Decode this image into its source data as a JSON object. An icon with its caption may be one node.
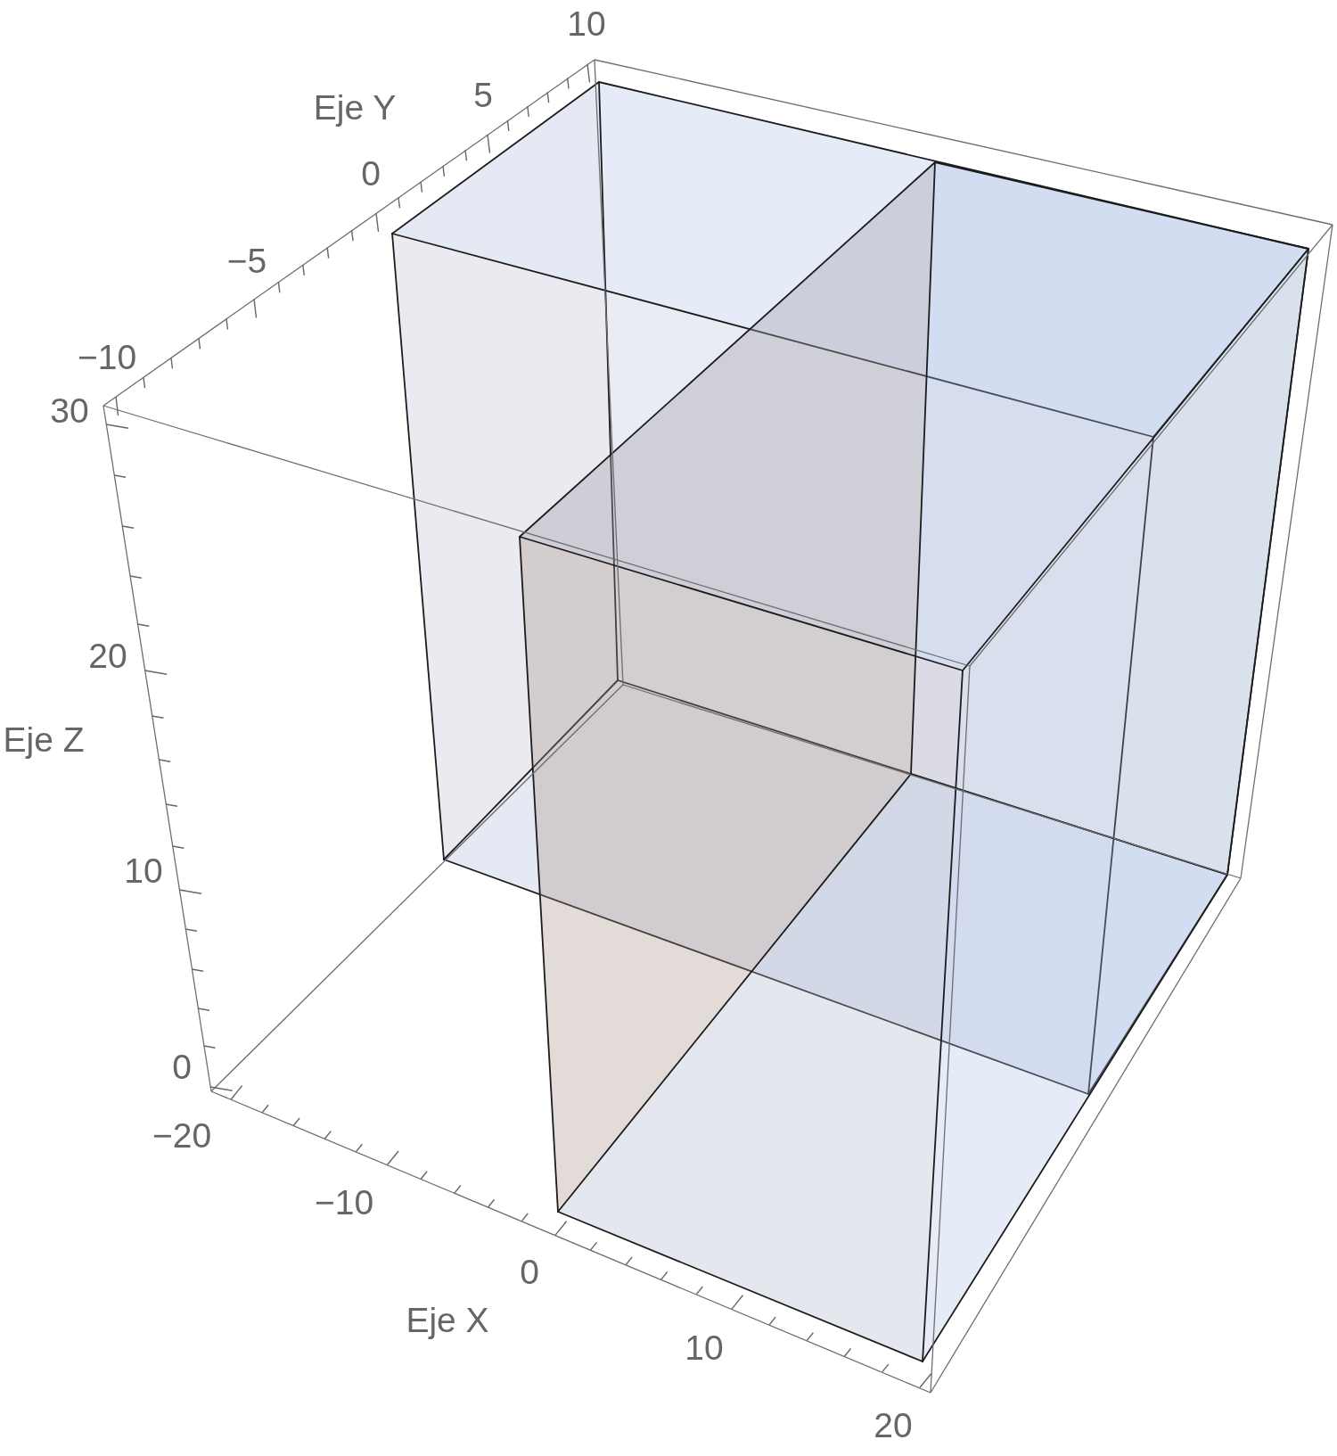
{
  "diagram": {
    "labels": [
      "10",
      "5",
      "Eje Y",
      "0",
      "−5",
      "−10",
      "30",
      "20",
      "Eje Z",
      "10",
      "0",
      "−20",
      "−10",
      "0",
      "Eje X",
      "10",
      "20"
    ]
  }
}
